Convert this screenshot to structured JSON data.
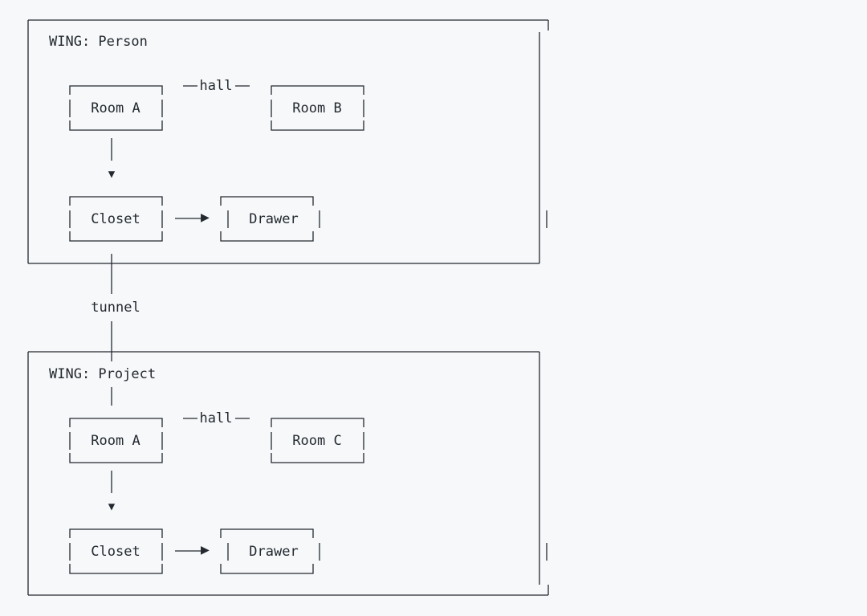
{
  "wings": [
    {
      "title": "WING: Person",
      "room_a": "Room A",
      "hall": "hall",
      "room_b": "Room B",
      "closet": "Closet",
      "drawer": "Drawer"
    },
    {
      "title": "WING: Project",
      "room_a": "Room A",
      "hall": "hall",
      "room_b": "Room C",
      "closet": "Closet",
      "drawer": "Drawer"
    }
  ],
  "tunnel": "tunnel"
}
